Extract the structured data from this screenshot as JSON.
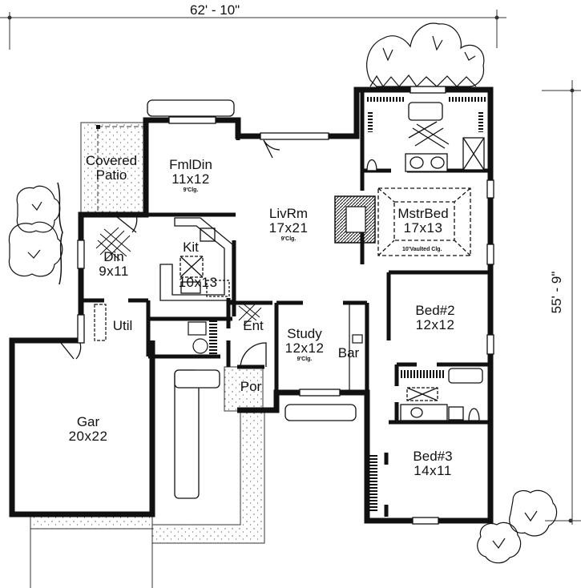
{
  "plan": {
    "overall_width": "62' - 10\"",
    "overall_depth": "55' - 9\"",
    "rooms": {
      "covered_patio": {
        "name": "Covered Patio",
        "line1": "Covered",
        "line2": "Patio"
      },
      "family_dining": {
        "name": "FmlDin",
        "size": "11x12",
        "ceiling": "9'Clg."
      },
      "living_room": {
        "name": "LivRm",
        "size": "17x21",
        "ceiling": "9'Clg."
      },
      "master_bed": {
        "name": "MstrBed",
        "size": "17x13",
        "ceiling": "10'Vaulted Clg."
      },
      "dining_nook": {
        "name": "Din",
        "size": "9x11"
      },
      "kitchen": {
        "name": "Kit",
        "size": "10x13"
      },
      "utility": {
        "name": "Util"
      },
      "entry": {
        "name": "Ent"
      },
      "study": {
        "name": "Study",
        "size": "12x12",
        "ceiling": "9'Clg."
      },
      "bar": {
        "name": "Bar"
      },
      "bed2": {
        "name": "Bed#2",
        "size": "12x12"
      },
      "bed3": {
        "name": "Bed#3",
        "size": "14x11"
      },
      "porch": {
        "name": "Por"
      },
      "garage": {
        "name": "Gar",
        "size": "20x22"
      }
    }
  }
}
